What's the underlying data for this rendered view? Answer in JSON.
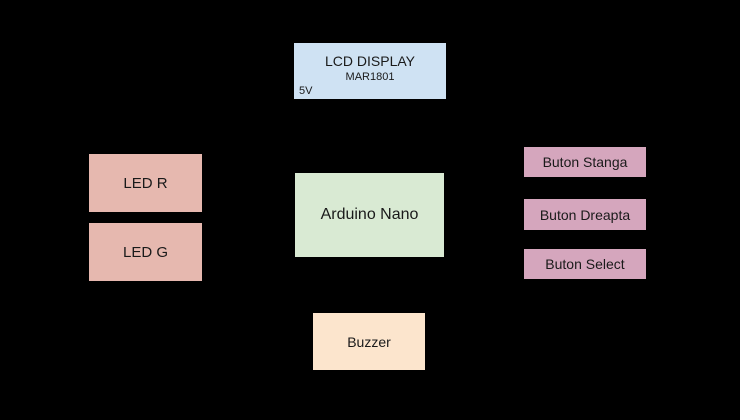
{
  "diagram": {
    "background_color": "#000000",
    "border_color": "#000000",
    "text_color": "#1a1a1a",
    "nodes": {
      "lcd": {
        "title": "LCD DISPLAY",
        "subtitle": "MAR1801",
        "voltage_label": "5V",
        "fill": "#cfe2f3"
      },
      "led_r": {
        "label": "LED R",
        "fill": "#e6b8af"
      },
      "led_g": {
        "label": "LED G",
        "fill": "#e6b8af"
      },
      "arduino": {
        "label": "Arduino Nano",
        "fill": "#d9ead3"
      },
      "buzzer": {
        "label": "Buzzer",
        "fill": "#fce5cd"
      },
      "buton_stanga": {
        "label": "Buton Stanga",
        "fill": "#d5a6bd"
      },
      "buton_dreapta": {
        "label": "Buton Dreapta",
        "fill": "#d5a6bd"
      },
      "buton_select": {
        "label": "Buton Select",
        "fill": "#d5a6bd"
      }
    }
  }
}
